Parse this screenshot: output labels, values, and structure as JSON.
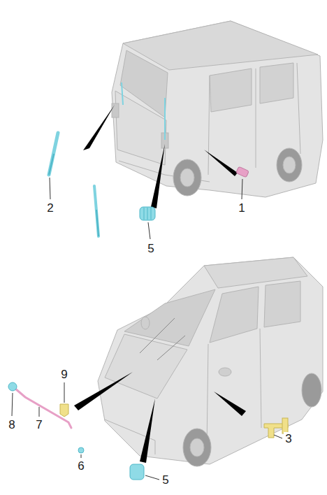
{
  "diagram": {
    "labels": [
      "2",
      "1",
      "5",
      "9",
      "8",
      "7",
      "3",
      "6",
      "5"
    ]
  }
}
